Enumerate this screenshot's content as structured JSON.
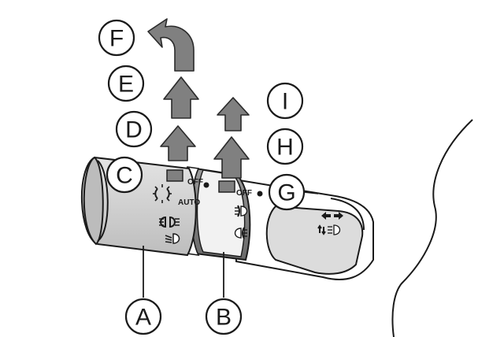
{
  "callouts": {
    "A": "A",
    "B": "B",
    "C": "C",
    "D": "D",
    "E": "E",
    "F": "F",
    "G": "G",
    "H": "H",
    "I": "I"
  },
  "switch_marks": {
    "headlight_off": "OFF",
    "headlight_auto": "AUTO",
    "fog_off": "OFF"
  },
  "icons": {
    "position_lamp": "sun-light-icon",
    "headlamp": "headlamp-icon",
    "low_beam": "low-beam-icon",
    "front_fog": "front-fog-light-icon",
    "rear_fog": "rear-fog-light-icon",
    "flash_to_pass": "flash-to-pass-icon",
    "turn_signal": "turn-signal-arrows-icon"
  },
  "colors": {
    "knob_fill": "#d2d2d2",
    "arrow_fill": "#808080",
    "line": "#1a1a1a"
  }
}
